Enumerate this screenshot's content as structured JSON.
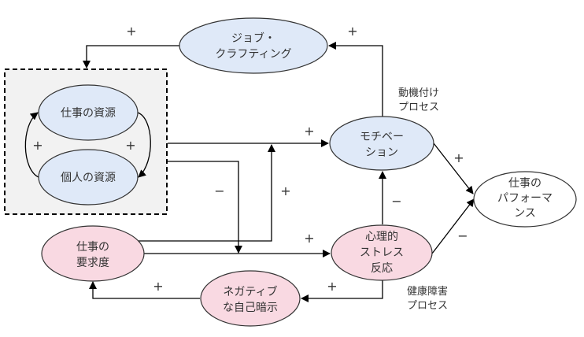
{
  "colors": {
    "blue_node": "#dfe9f8",
    "pink_node": "#f9d9e2",
    "white_node": "#ffffff",
    "group_fill": "#f2f2f2"
  },
  "nodes": {
    "job_crafting": {
      "lines": [
        "ジョブ・",
        "クラフティング"
      ]
    },
    "job_resources": {
      "lines": [
        "仕事の資源"
      ]
    },
    "personal_resources": {
      "lines": [
        "個人の資源"
      ]
    },
    "motivation": {
      "lines": [
        "モチベー",
        "ション"
      ]
    },
    "job_performance": {
      "lines": [
        "仕事の",
        "パフォーマ",
        "ンス"
      ]
    },
    "job_demands": {
      "lines": [
        "仕事の",
        "要求度"
      ]
    },
    "stress_reaction": {
      "lines": [
        "心理的",
        "ストレス",
        "反応"
      ]
    },
    "negative_self_suggestion": {
      "lines": [
        "ネガティブ",
        "な自己暗示"
      ]
    }
  },
  "annotations": {
    "motivation_process": [
      "動機付け",
      "プロセス"
    ],
    "health_impairment_process": [
      "健康障害",
      "プロセス"
    ]
  },
  "signs": {
    "crafting_to_resources": "+",
    "motivation_to_crafting": "+",
    "resources_loop_left": "+",
    "resources_loop_right": "+",
    "resources_to_motivation": "+",
    "resources_to_stress": "−",
    "demands_to_motivation": "+",
    "demands_to_stress": "+",
    "motivation_to_performance": "+",
    "stress_to_motivation": "−",
    "stress_to_performance": "−",
    "stress_to_negative": "+",
    "negative_to_demands": "+"
  }
}
